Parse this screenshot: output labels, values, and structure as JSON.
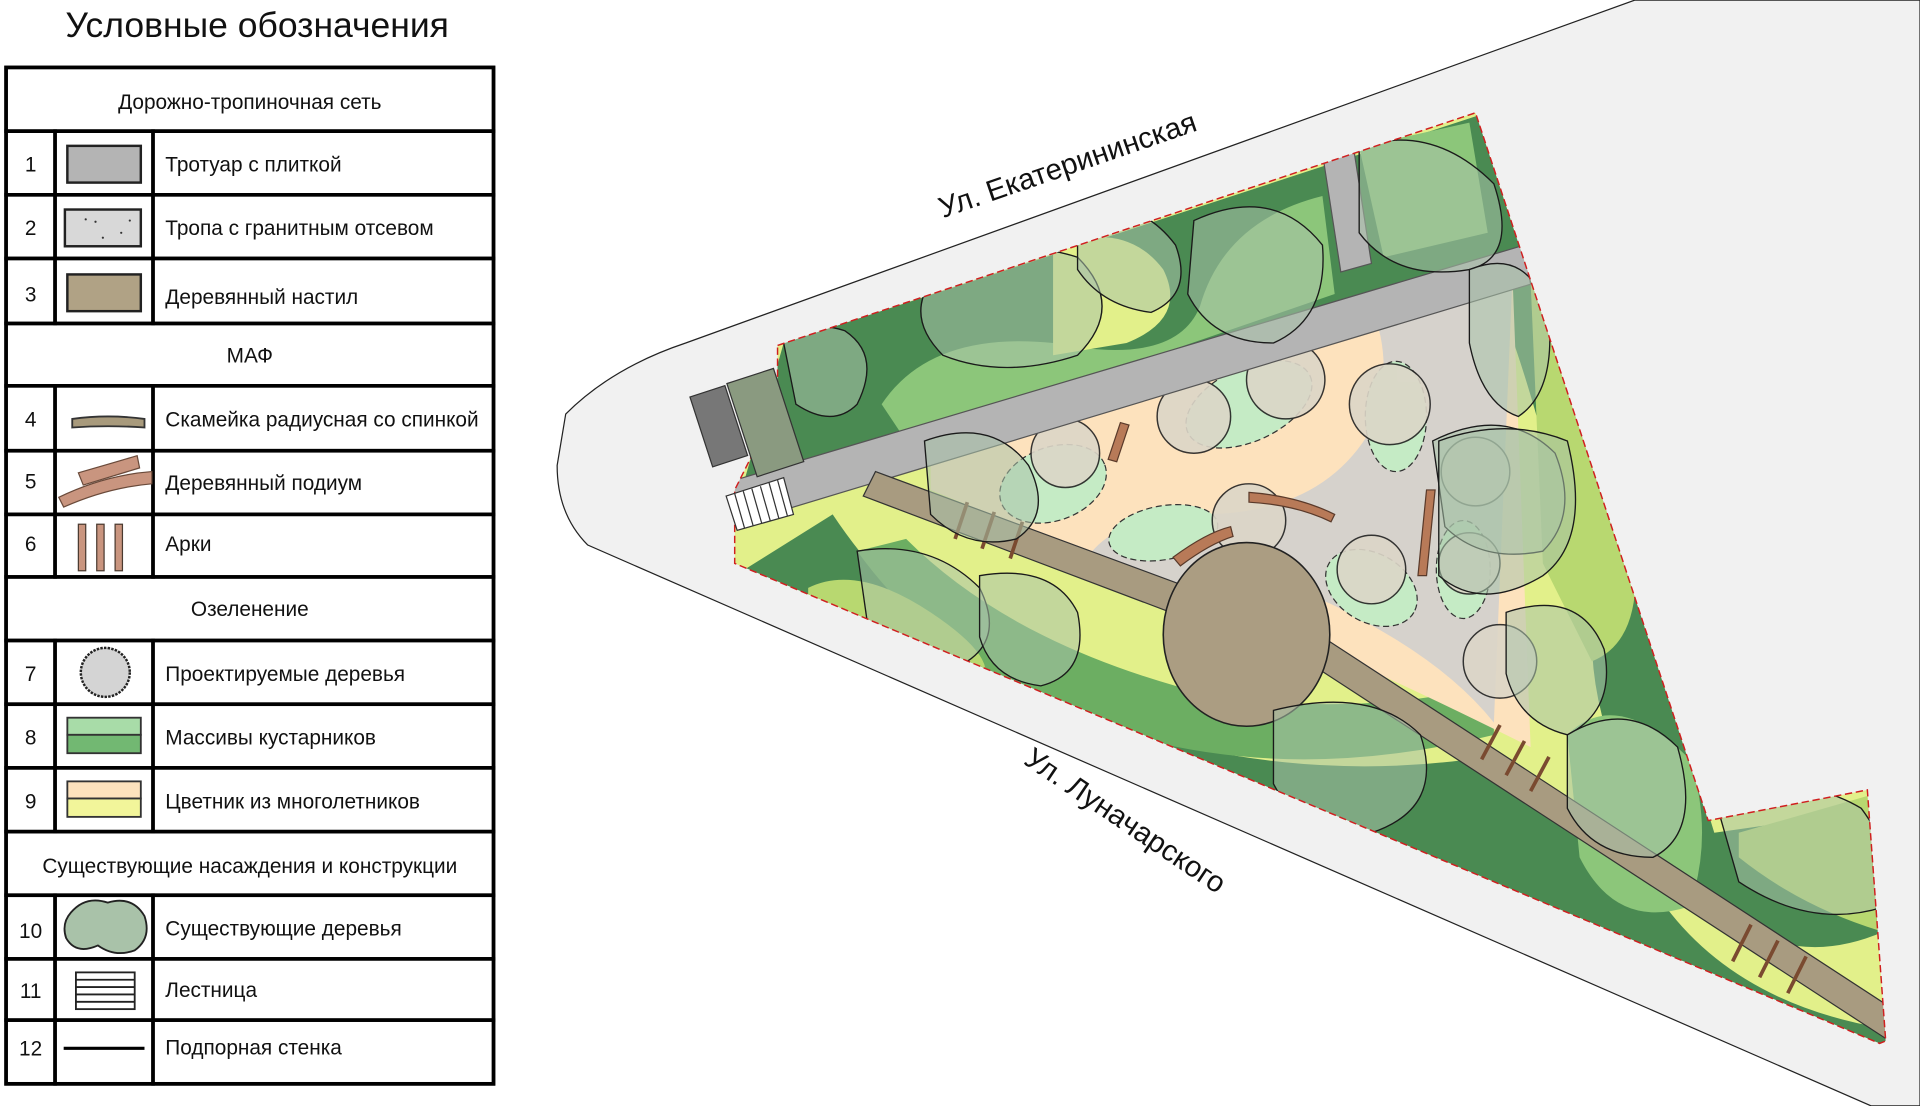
{
  "legend": {
    "title": "Условные обозначения",
    "sections": [
      {
        "title": "Дорожно-тропиночная сеть"
      },
      {
        "title": "МАФ"
      },
      {
        "title": "Озеленение"
      },
      {
        "title": "Существующие насаждения и конструкции"
      }
    ],
    "rows": [
      {
        "num": "1",
        "label": "Тротуар с плиткой",
        "icon": "paved-sidewalk",
        "color": "#b4b4b4"
      },
      {
        "num": "2",
        "label": "Тропа с гранитным отсевом",
        "icon": "granite-path",
        "color": "#d8d8d8"
      },
      {
        "num": "3",
        "label": "Деревянный настил",
        "icon": "wooden-deck",
        "color": "#b0a285"
      },
      {
        "num": "4",
        "label": "Скамейка радиусная со спинкой",
        "icon": "bench",
        "color": "#a89a7c"
      },
      {
        "num": "5",
        "label": "Деревянный подиум",
        "icon": "podium",
        "color": "#c9957f"
      },
      {
        "num": "6",
        "label": "Арки",
        "icon": "arches",
        "color": "#c9957f"
      },
      {
        "num": "7",
        "label": "Проектируемые деревья",
        "icon": "tree",
        "color": "#d4d4d4"
      },
      {
        "num": "8",
        "label": "Массивы кустарников",
        "icon": "shrubs",
        "color": "#8cc88c"
      },
      {
        "num": "9",
        "label": "Цветник из многолетников",
        "icon": "flowerbed",
        "color": "#fde2bd"
      },
      {
        "num": "10",
        "label": "Существующие деревья",
        "icon": "existing-tree",
        "color": "#a9c2a9"
      },
      {
        "num": "11",
        "label": "Лестница",
        "icon": "stairs",
        "color": "#888888"
      },
      {
        "num": "12",
        "label": "Подпорная стенка",
        "icon": "retaining-wall",
        "color": "#000000"
      }
    ]
  },
  "map": {
    "street_top": "Ул. Екатерининская",
    "street_bottom": "Ул. Луначарского"
  }
}
